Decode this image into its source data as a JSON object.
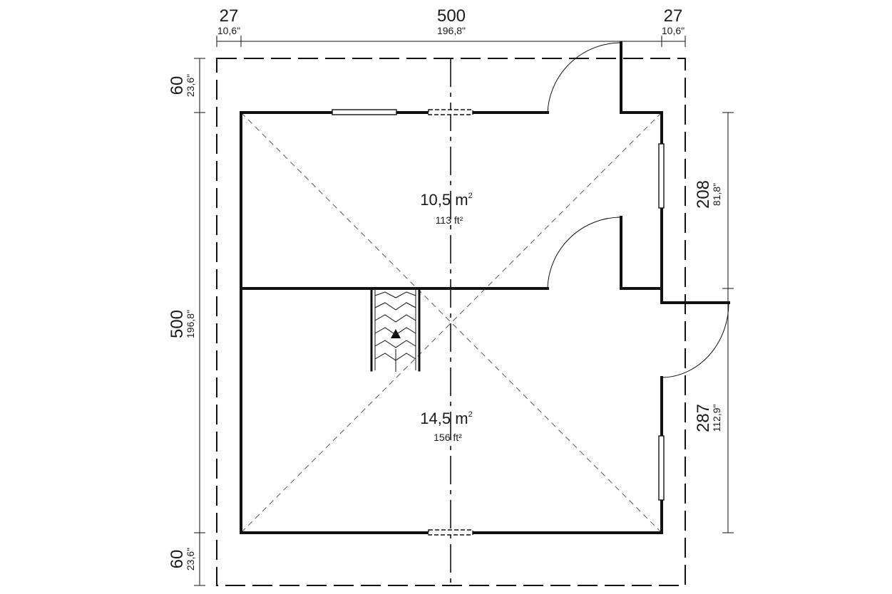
{
  "dimensions": {
    "top_left": {
      "cm": "27",
      "in": "10,6\""
    },
    "top_center": {
      "cm": "500",
      "in": "196,8\""
    },
    "top_right": {
      "cm": "27",
      "in": "10,6\""
    },
    "left_top": {
      "cm": "60",
      "in": "23,6\""
    },
    "left_center": {
      "cm": "500",
      "in": "196,8\""
    },
    "left_bottom": {
      "cm": "60",
      "in": "23,6\""
    },
    "right_upper": {
      "cm": "208",
      "in": "81,8\""
    },
    "right_lower": {
      "cm": "287",
      "in": "112,9\""
    }
  },
  "rooms": [
    {
      "area": "10,5 m",
      "sup": "2",
      "area_imperial": "113 ft²"
    },
    {
      "area": "14,5 m",
      "sup": "2",
      "area_imperial": "156 ft²"
    }
  ]
}
